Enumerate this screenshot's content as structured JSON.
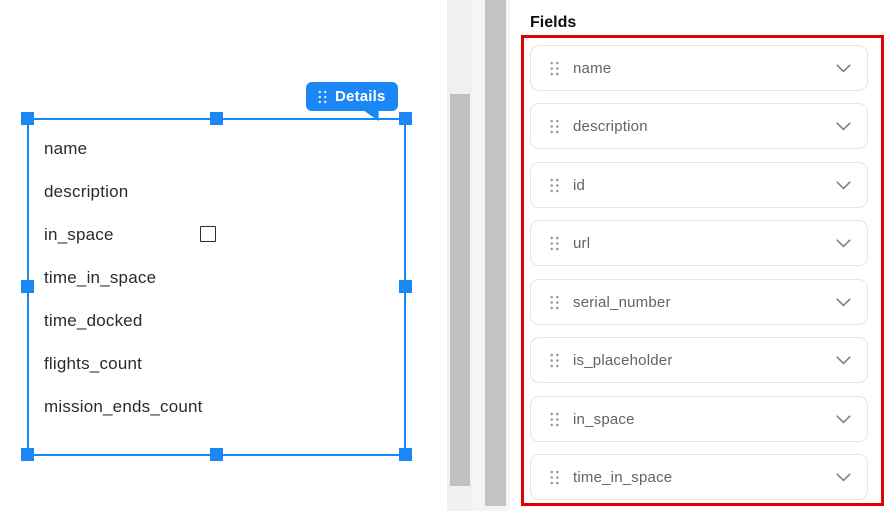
{
  "canvas": {
    "selection_tag": {
      "label": "Details",
      "drag_icon": "drag-dots-icon"
    },
    "rows": [
      {
        "label": "name"
      },
      {
        "label": "description"
      },
      {
        "label": "in_space",
        "has_checkbox": true,
        "checkbox_checked": false
      },
      {
        "label": "time_in_space"
      },
      {
        "label": "time_docked"
      },
      {
        "label": "flights_count"
      },
      {
        "label": "mission_ends_count"
      }
    ]
  },
  "fields_panel": {
    "title": "Fields",
    "items": [
      {
        "label": "name",
        "drag_icon": "drag-dots-icon",
        "expander": "chevron-down-icon"
      },
      {
        "label": "description",
        "drag_icon": "drag-dots-icon",
        "expander": "chevron-down-icon"
      },
      {
        "label": "id",
        "drag_icon": "drag-dots-icon",
        "expander": "chevron-down-icon"
      },
      {
        "label": "url",
        "drag_icon": "drag-dots-icon",
        "expander": "chevron-down-icon"
      },
      {
        "label": "serial_number",
        "drag_icon": "drag-dots-icon",
        "expander": "chevron-down-icon"
      },
      {
        "label": "is_placeholder",
        "drag_icon": "drag-dots-icon",
        "expander": "chevron-down-icon"
      },
      {
        "label": "in_space",
        "drag_icon": "drag-dots-icon",
        "expander": "chevron-down-icon"
      },
      {
        "label": "time_in_space",
        "drag_icon": "drag-dots-icon",
        "expander": "chevron-down-icon"
      }
    ]
  },
  "colors": {
    "selection_accent": "#1b87f6",
    "highlight_red": "#dc0303",
    "card_border": "#e5e5e5",
    "card_text": "#636363",
    "canvas_text": "#2b2b2b",
    "scrollbar_thumb": "#c1c1c1",
    "scrollbar_track": "#f0f0f0"
  }
}
